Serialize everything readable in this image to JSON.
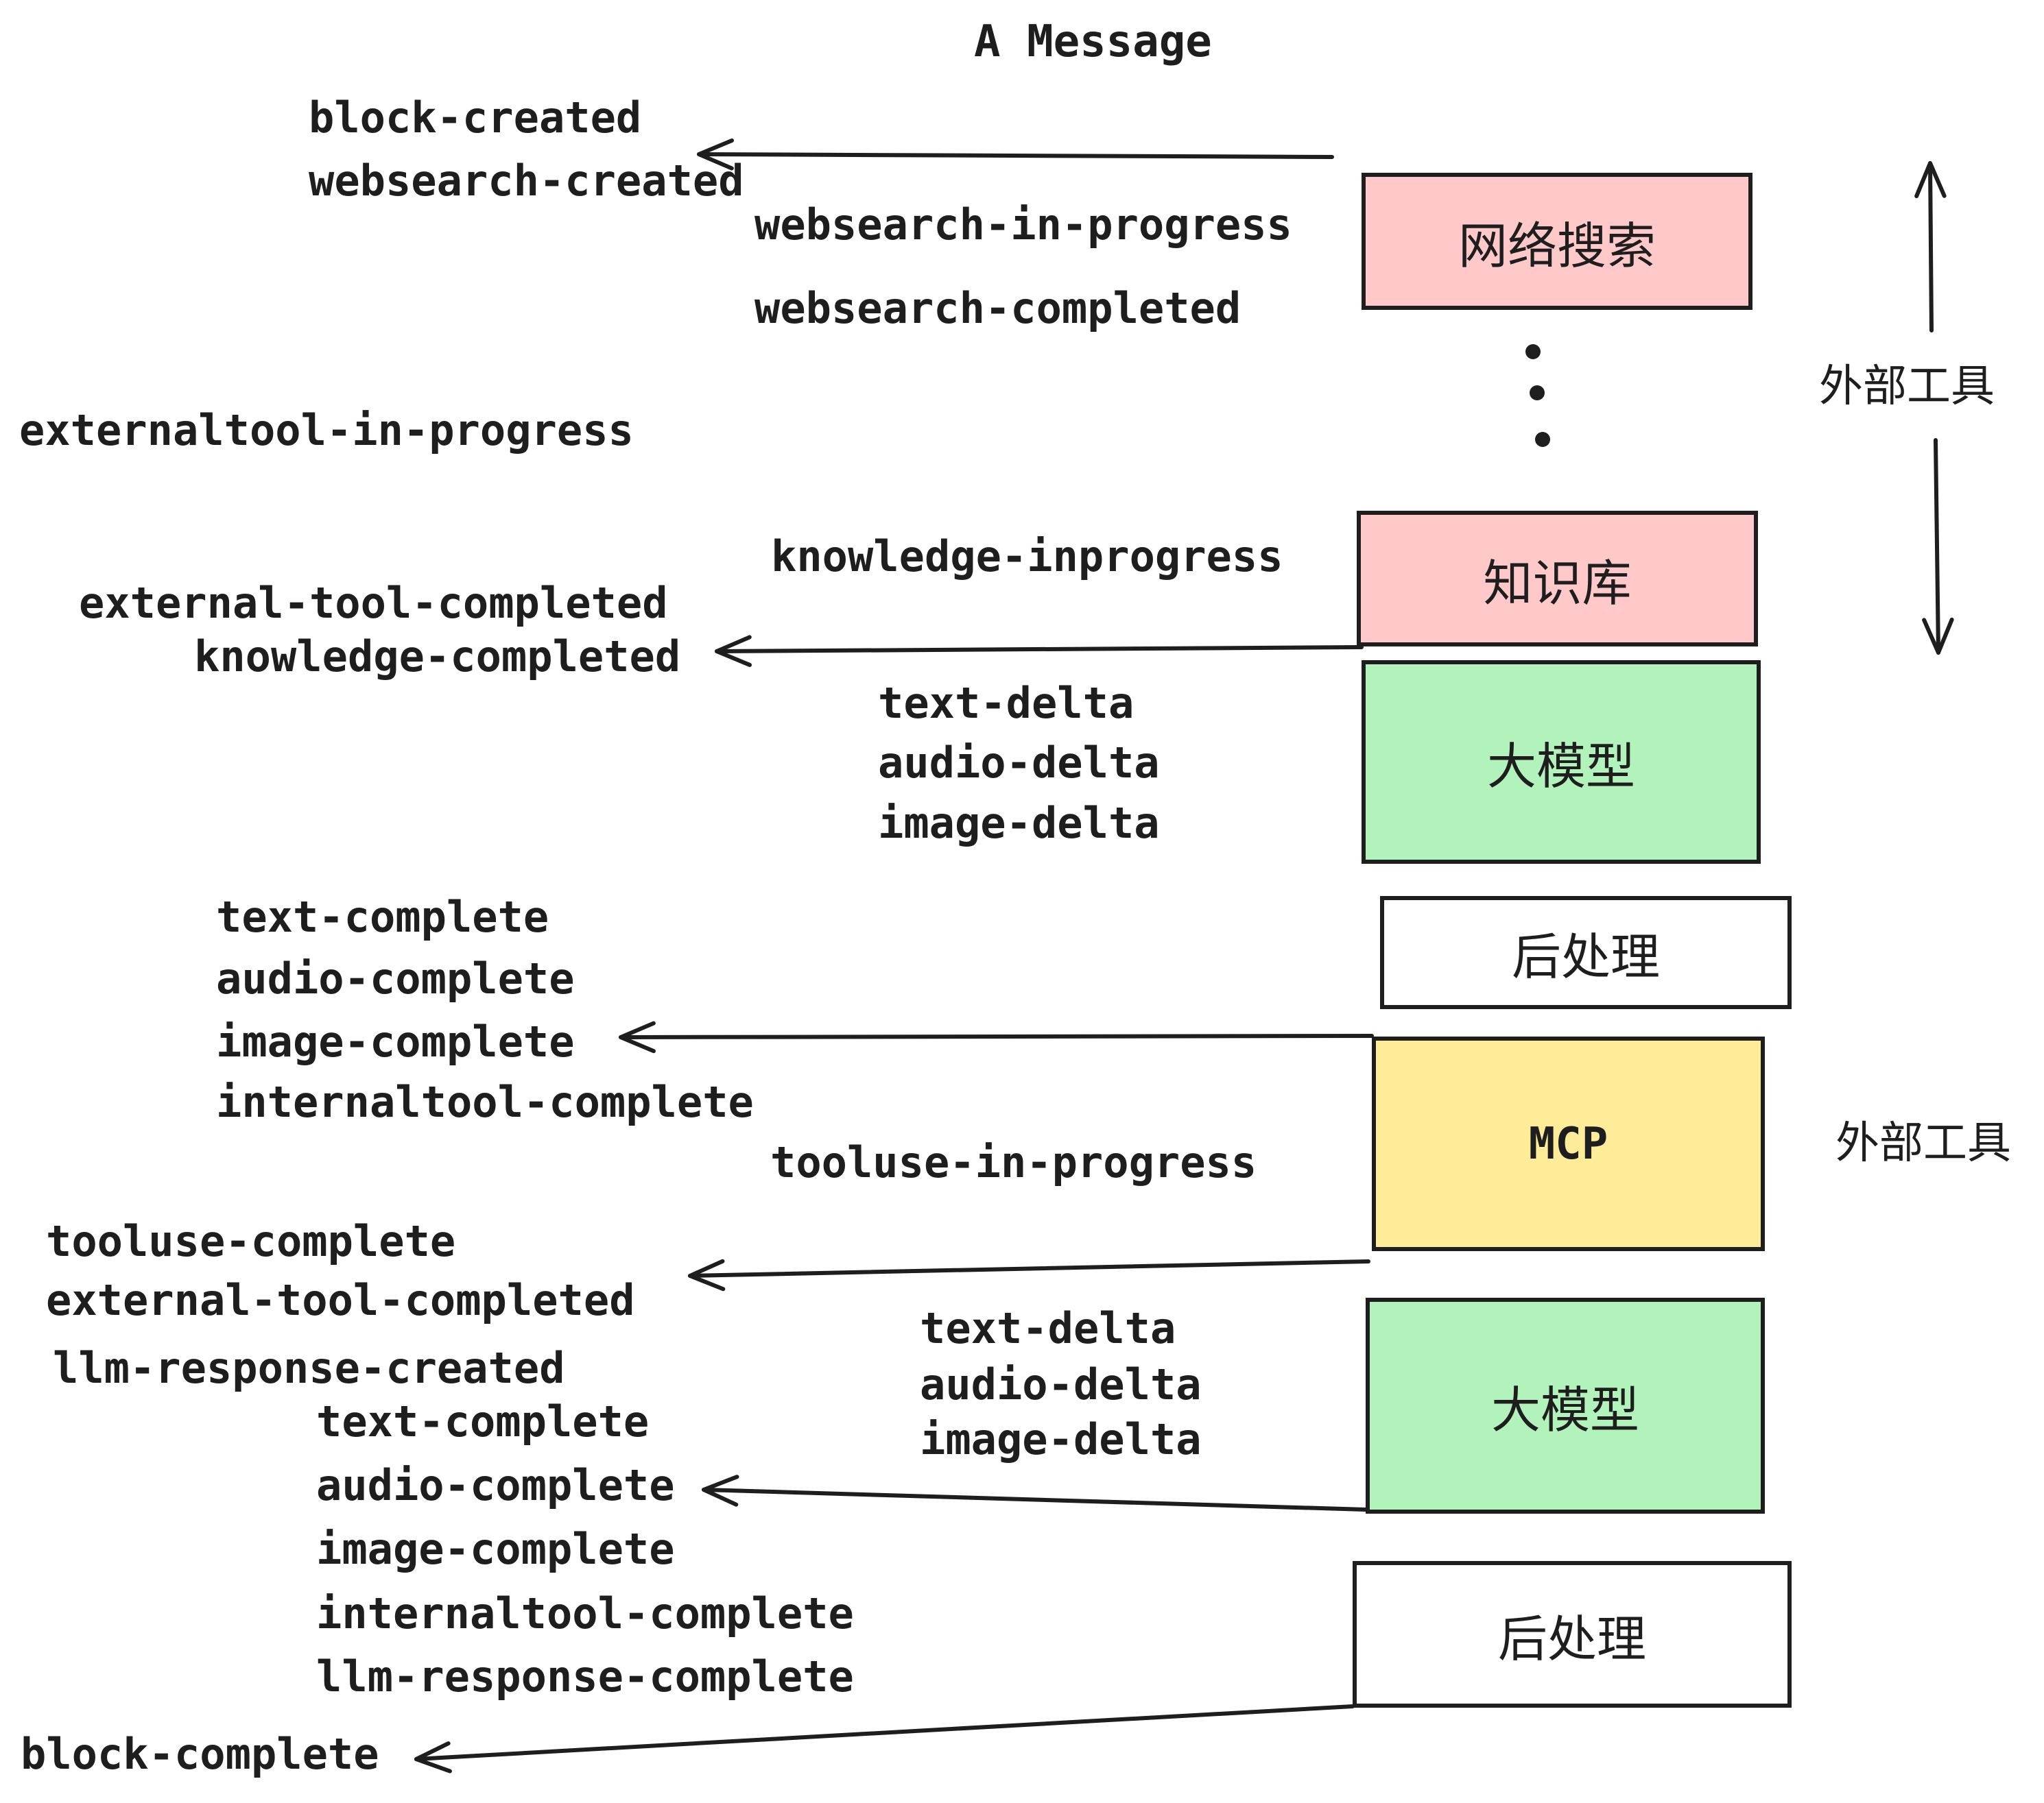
{
  "title": "A Message",
  "colors": {
    "pink": "#ffc9c9",
    "green": "#b2f2bb",
    "yellow": "#ffec99",
    "white": "#ffffff",
    "ink": "#1e1e1e"
  },
  "events": {
    "block_created": "block-created",
    "websearch_created": "websearch-created",
    "websearch_in_progress": "websearch-in-progress",
    "websearch_completed": "websearch-completed",
    "externaltool_in_progress": "externaltool-in-progress",
    "knowledge_inprogress": "knowledge-inprogress",
    "external_tool_completed_1": "external-tool-completed",
    "knowledge_completed": "knowledge-completed",
    "text_delta_1": "text-delta",
    "audio_delta_1": "audio-delta",
    "image_delta_1": "image-delta",
    "text_complete_1": "text-complete",
    "audio_complete_1": "audio-complete",
    "image_complete_1": "image-complete",
    "internaltool_complete_1": "internaltool-complete",
    "tooluse_in_progress": "tooluse-in-progress",
    "tooluse_complete": "tooluse-complete",
    "external_tool_completed_2": "external-tool-completed",
    "llm_response_created": "llm-response-created",
    "text_complete_2": "text-complete",
    "audio_complete_2": "audio-complete",
    "image_complete_2": "image-complete",
    "internaltool_complete_2": "internaltool-complete",
    "llm_response_complete": "llm-response-complete",
    "block_complete": "block-complete"
  },
  "boxes": {
    "websearch": "网络搜索",
    "knowledge": "知识库",
    "llm_1": "大模型",
    "postprocess_1": "后处理",
    "mcp": "MCP",
    "llm_2": "大模型",
    "postprocess_2": "后处理"
  },
  "annotations": {
    "external_tools_top": "外部工具",
    "external_tools_mid": "外部工具"
  },
  "icons": {
    "ellipsis": "vertical-ellipsis-dots"
  }
}
